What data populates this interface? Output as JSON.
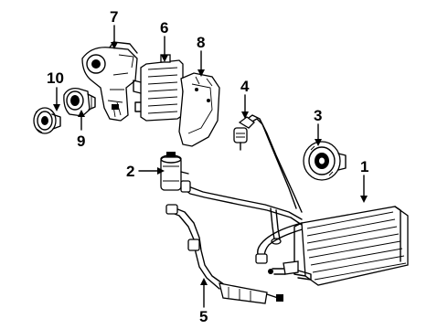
{
  "diagram": {
    "callouts": [
      {
        "label": "1",
        "part": "condenser"
      },
      {
        "label": "2",
        "part": "accumulator"
      },
      {
        "label": "3",
        "part": "compressor-clutch"
      },
      {
        "label": "4",
        "part": "suction-hose-fitting"
      },
      {
        "label": "5",
        "part": "liquid-line"
      },
      {
        "label": "6",
        "part": "evaporator-core"
      },
      {
        "label": "7",
        "part": "blower-case"
      },
      {
        "label": "8",
        "part": "evaporator-cover"
      },
      {
        "label": "9",
        "part": "blower-motor"
      },
      {
        "label": "10",
        "part": "blower-wheel"
      }
    ]
  }
}
